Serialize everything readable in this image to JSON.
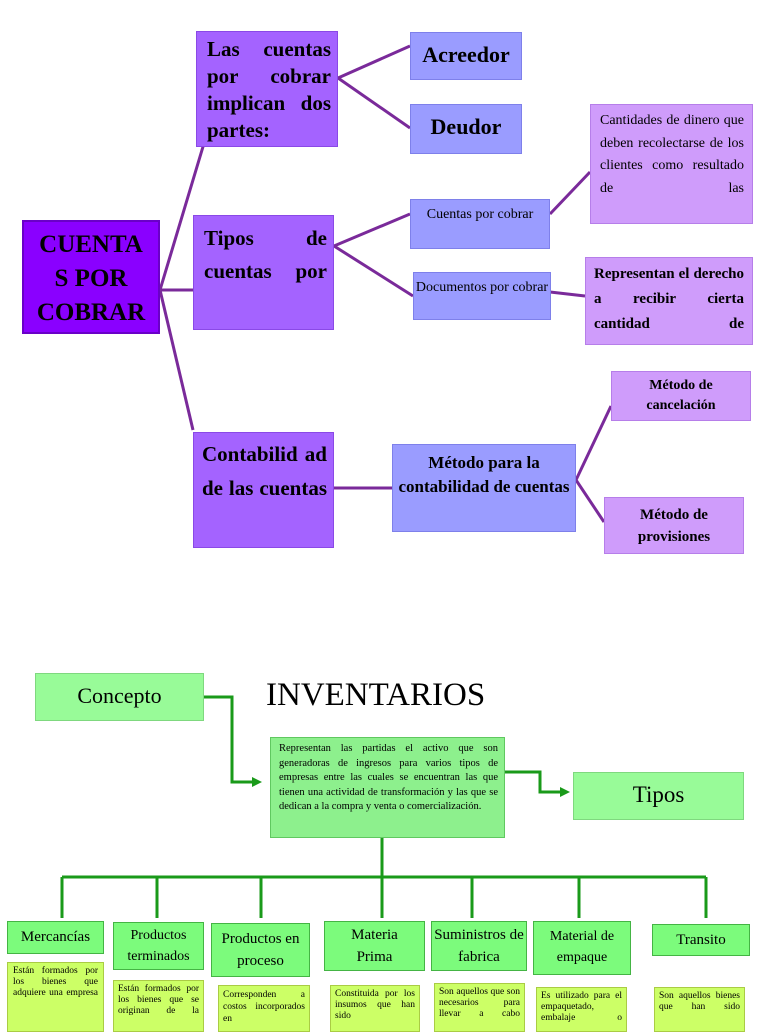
{
  "diagram1": {
    "root": "CUENTA S POR COBRAR",
    "root_lines": [
      "CUENTA",
      "S POR",
      "COBRAR"
    ],
    "branch_parties": {
      "text": "Las cuentas por cobrar implican dos partes:",
      "children": [
        "Acreedor",
        "Deudor"
      ]
    },
    "branch_types": {
      "text": "Tipos de cuentas por",
      "child1": "Cuentas por cobrar",
      "child1_desc": "Cantidades de dinero que deben recolectarse de los clientes como resultado de las",
      "child2": "Documentos por cobrar",
      "child2_desc": "Representan el derecho a recibir cierta cantidad de"
    },
    "branch_accounting": {
      "text": "Contabilid ad de las cuentas",
      "method": "Método para la contabilidad de cuentas",
      "children": [
        "Método de cancelación",
        "Método de provisiones"
      ]
    }
  },
  "diagram2": {
    "title": "INVENTARIOS",
    "concept_label": "Concepto",
    "concept_text": "Representan las partidas el activo que son generadoras de ingresos para varios tipos de empresas entre las cuales se encuentran las que tienen una actividad de transformación y las que se dedican a la compra y venta o comercialización.",
    "types_label": "Tipos",
    "types": [
      {
        "label": "Mercancías",
        "desc": "Están formados por los bienes que adquiere una empresa"
      },
      {
        "label": "Productos terminados",
        "desc": "Están formados por los bienes que se originan de la"
      },
      {
        "label": "Productos en proceso",
        "desc": "Corresponden a costos incorporados en"
      },
      {
        "label": "Materia Prima",
        "desc": "Constituida por los insumos que han sido"
      },
      {
        "label": "Suministros de fabrica",
        "desc": "Son aquellos que son necesarios para llevar a cabo"
      },
      {
        "label": "Material de empaque",
        "desc": "Es utilizado para el empaquetado, embalaje o"
      },
      {
        "label": "Transito",
        "desc": "Son aquellos bienes que han sido"
      }
    ]
  },
  "colors": {
    "root_purple": "#8a00ff",
    "branch_purple": "#a463ff",
    "lavender": "#cf9cfb",
    "periwinkle": "#9a9cff",
    "connector_purple": "#7a2a9a",
    "connector_green": "#1a9a1a",
    "box_green": "#98fb98",
    "note_yellow": "#ccff66"
  }
}
